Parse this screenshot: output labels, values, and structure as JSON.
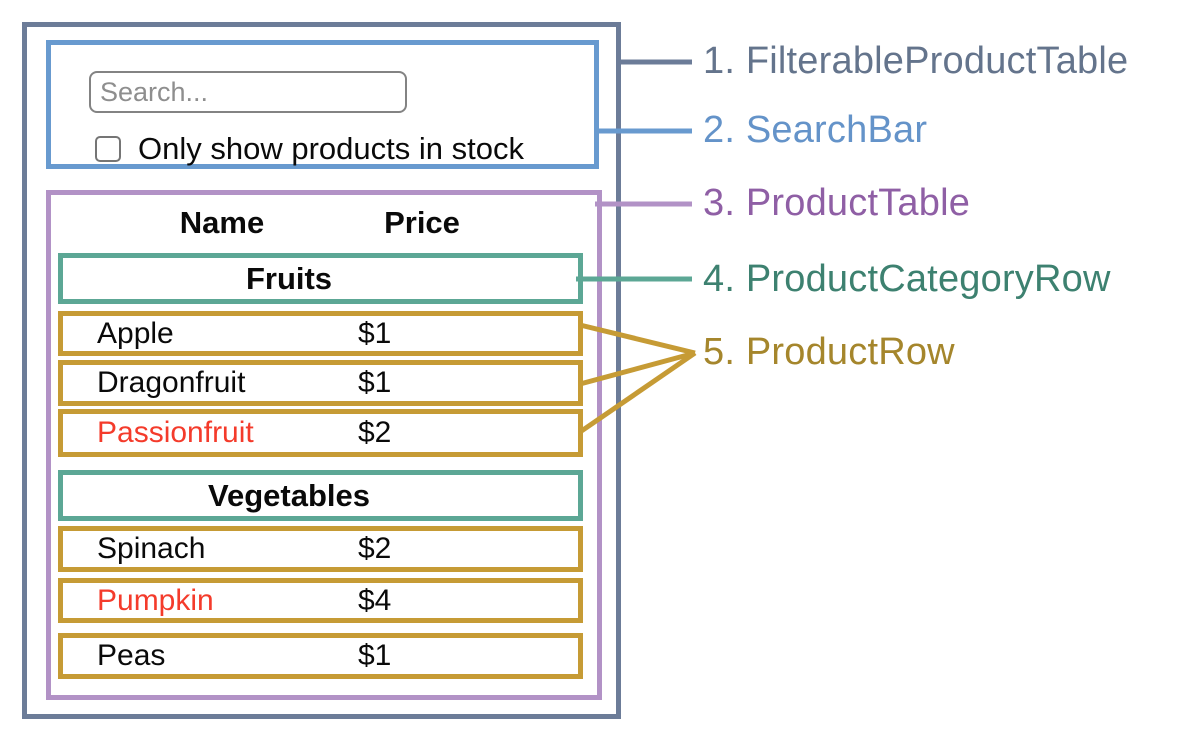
{
  "palette": {
    "slate": "#6C7C98",
    "slate_text": "#64748C",
    "blue": "#689ACF",
    "blue_text": "#6493C9",
    "purple_border": "#B292C6",
    "purple_text": "#8F5FA5",
    "teal_border": "#5CA795",
    "teal_text": "#3D8170",
    "gold_border": "#C69B35",
    "gold_text": "#A5862C",
    "red": "#F43B2B",
    "black": "#0A0A0A"
  },
  "search_bar": {
    "placeholder": "Search...",
    "checkbox_label": "Only show products in stock",
    "checkbox_checked": false
  },
  "product_table": {
    "columns": [
      "Name",
      "Price"
    ],
    "sections": [
      {
        "category": "Fruits",
        "rows": [
          {
            "name": "Apple",
            "price": "$1",
            "name_color": "black"
          },
          {
            "name": "Dragonfruit",
            "price": "$1",
            "name_color": "black"
          },
          {
            "name": "Passionfruit",
            "price": "$2",
            "name_color": "red"
          }
        ]
      },
      {
        "category": "Vegetables",
        "rows": [
          {
            "name": "Spinach",
            "price": "$2",
            "name_color": "black"
          },
          {
            "name": "Pumpkin",
            "price": "$4",
            "name_color": "red"
          },
          {
            "name": "Peas",
            "price": "$1",
            "name_color": "black"
          }
        ]
      }
    ]
  },
  "legend": [
    {
      "text": "1. FilterableProductTable",
      "color": "slate_text"
    },
    {
      "text": "2. SearchBar",
      "color": "blue_text"
    },
    {
      "text": "3. ProductTable",
      "color": "purple_text"
    },
    {
      "text": "4. ProductCategoryRow",
      "color": "teal_text"
    },
    {
      "text": "5. ProductRow",
      "color": "gold_text"
    }
  ]
}
